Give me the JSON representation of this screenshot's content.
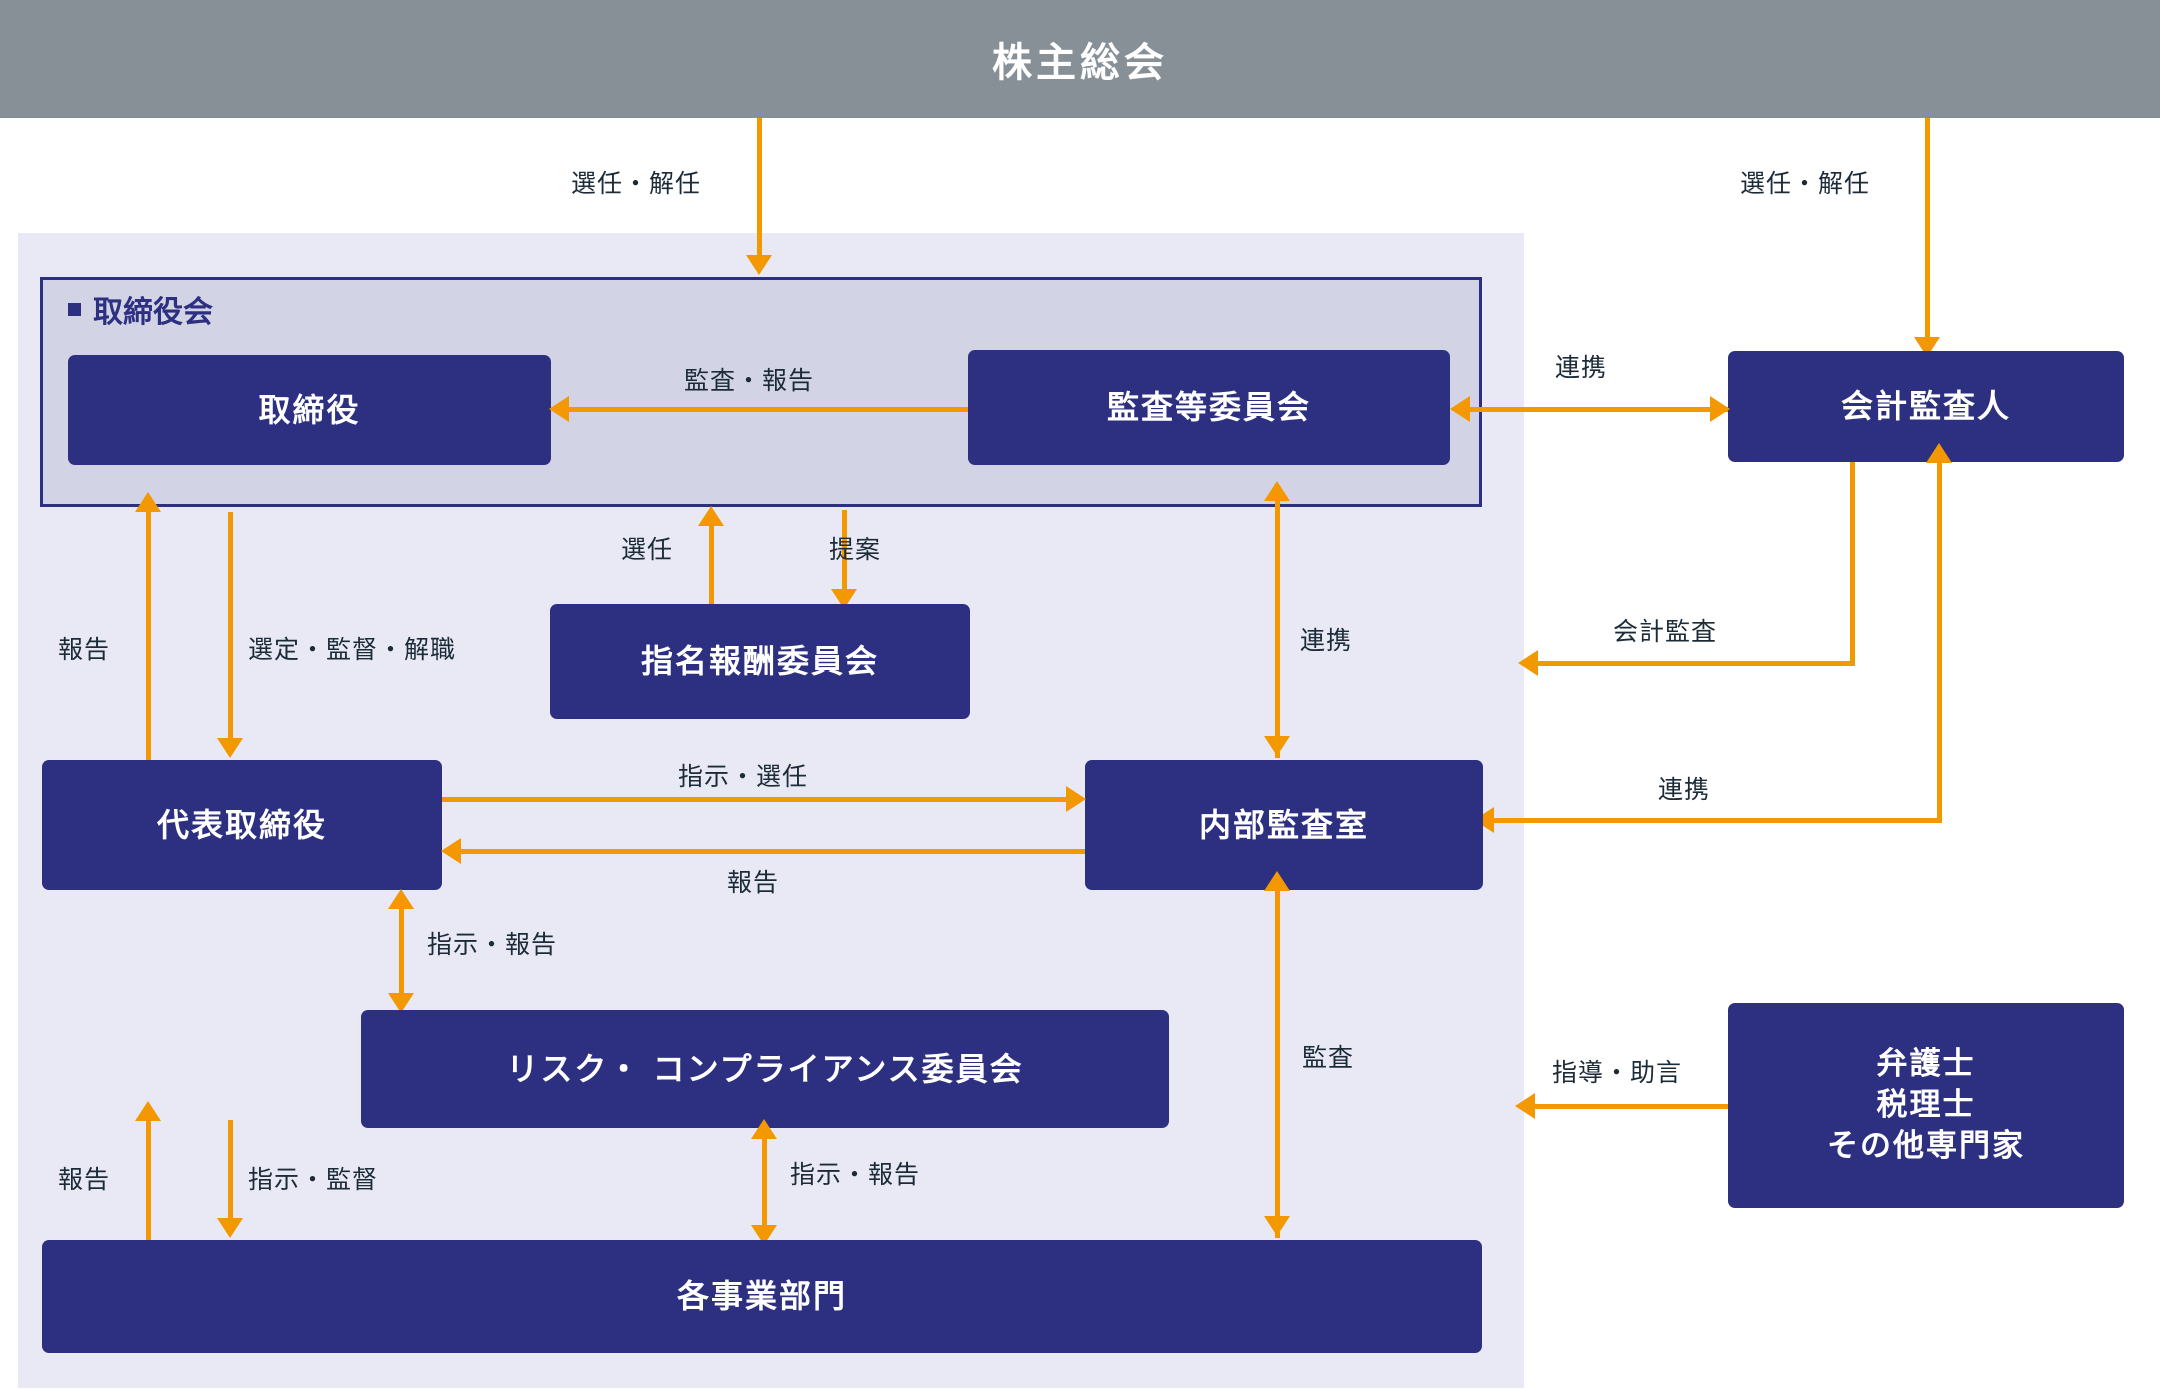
{
  "diagram": {
    "title": "株主総会",
    "group_label": "取締役会",
    "accent_color": "#f39800",
    "node_color": "#2d3080",
    "header_color": "#869096",
    "panel_color": "#e8e9f4",
    "board_panel_color": "#d2d4e6",
    "label_color": "#1c2b38"
  },
  "nodes": {
    "shareholders_meeting": "株主総会",
    "directors": "取締役",
    "audit_committee": "監査等委員会",
    "accounting_auditor": "会計監査人",
    "nomination_remuneration_committee": "指名報酬委員会",
    "representative_director": "代表取締役",
    "internal_audit_office": "内部監査室",
    "risk_compliance_committee": "リスク・ コンプライアンス委員会",
    "business_divisions": "各事業部門",
    "experts_line1": "弁護士",
    "experts_line2": "税理士",
    "experts_line3": "その他専門家"
  },
  "edges": {
    "appoint_dismiss_board": "選任・解任",
    "appoint_dismiss_auditor": "選任・解任",
    "audit_report_to_directors": "監査・報告",
    "cooperation_auditcmt_auditor": "連携",
    "report_directors": "報告",
    "select_supervise_dismiss": "選定・監督・解職",
    "appoint_nomination": "選任",
    "propose_nomination": "提案",
    "cooperation_board_internal": "連携",
    "accounting_audit": "会計監査",
    "cooperation_internal_auditor": "連携",
    "instruct_appoint_internal": "指示・選任",
    "report_from_internal": "報告",
    "instruct_report_risk": "指示・報告",
    "audit_divisions": "監査",
    "report_divisions": "報告",
    "instruct_supervise_divisions": "指示・監督",
    "instruct_report_divisions": "指示・報告",
    "guidance_advice": "指導・助言"
  }
}
